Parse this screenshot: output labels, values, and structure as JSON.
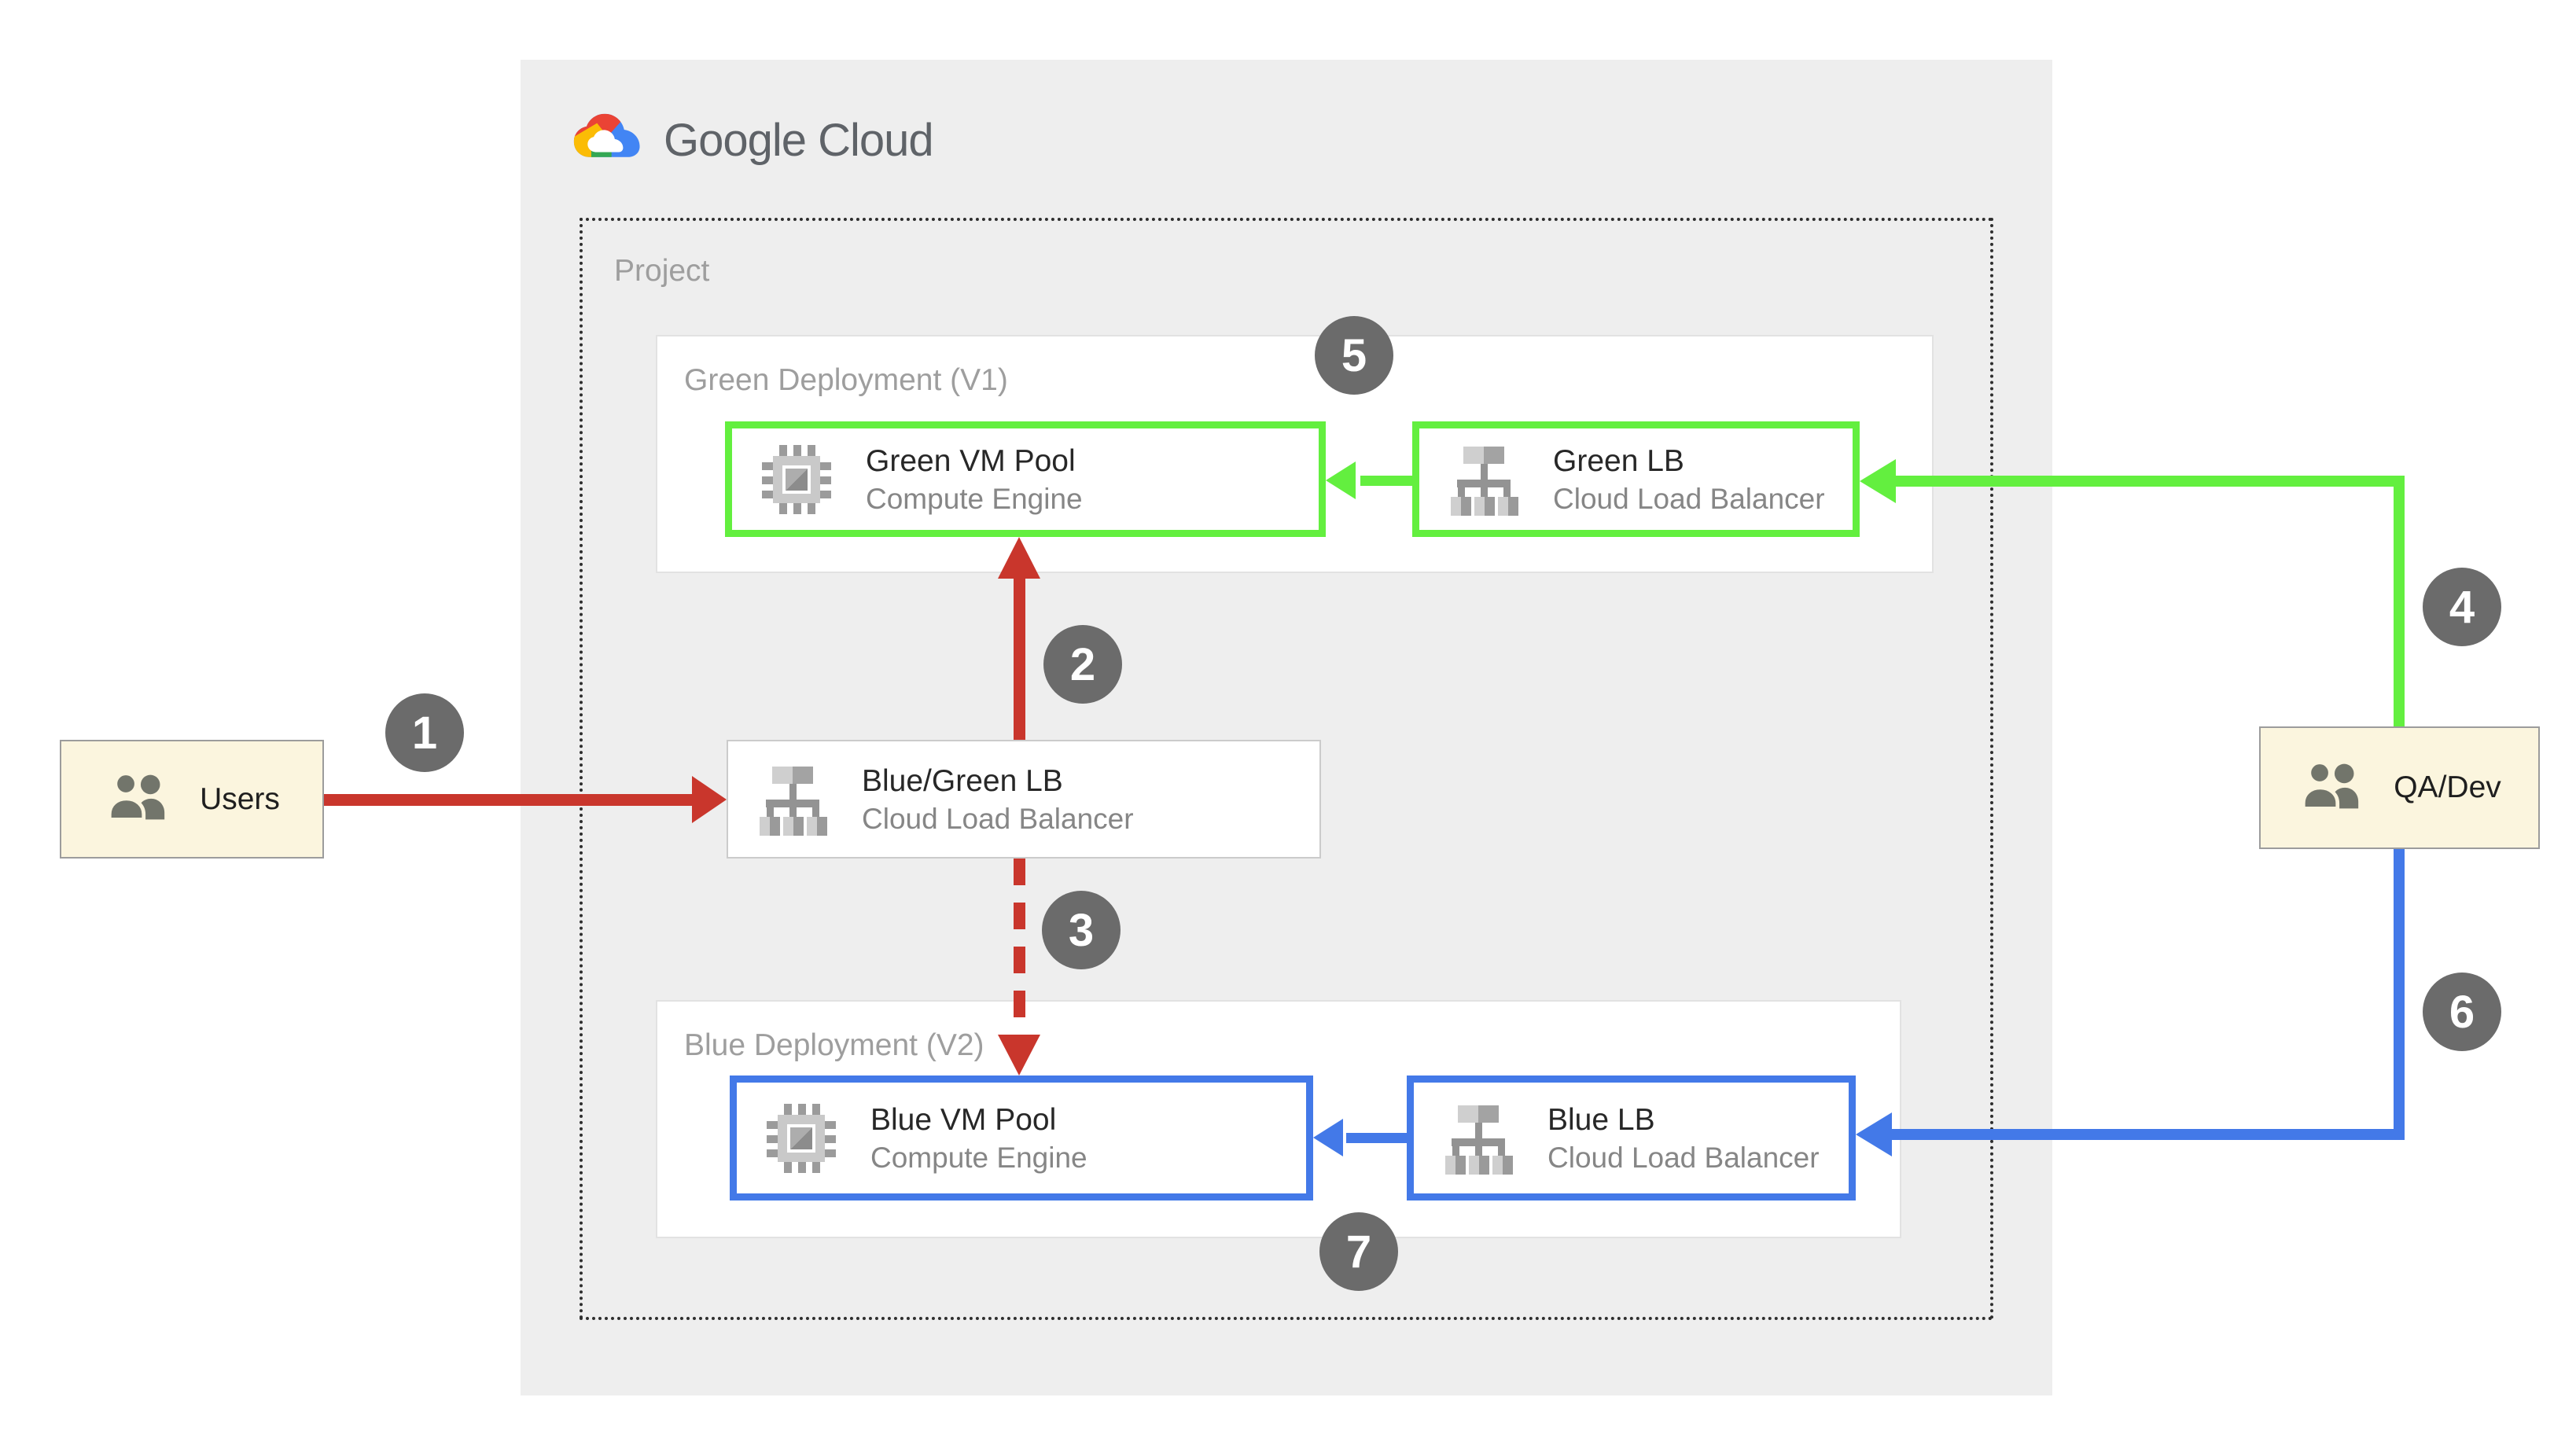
{
  "logo": {
    "text": "Google Cloud"
  },
  "project": {
    "label": "Project"
  },
  "deployments": {
    "green": {
      "label": "Green Deployment (V1)"
    },
    "blue": {
      "label": "Blue Deployment (V2)"
    }
  },
  "nodes": {
    "green_vm": {
      "title": "Green VM Pool",
      "subtitle": "Compute Engine"
    },
    "green_lb": {
      "title": "Green LB",
      "subtitle": "Cloud Load Balancer"
    },
    "bluegreen_lb": {
      "title": "Blue/Green LB",
      "subtitle": "Cloud Load Balancer"
    },
    "blue_vm": {
      "title": "Blue VM Pool",
      "subtitle": "Compute Engine"
    },
    "blue_lb": {
      "title": "Blue LB",
      "subtitle": "Cloud Load Balancer"
    }
  },
  "actors": {
    "users": {
      "label": "Users"
    },
    "qadev": {
      "label": "QA/Dev"
    }
  },
  "badges": [
    {
      "label": "1"
    },
    {
      "label": "2"
    },
    {
      "label": "3"
    },
    {
      "label": "4"
    },
    {
      "label": "5"
    },
    {
      "label": "6"
    },
    {
      "label": "7"
    }
  ],
  "icons": {
    "compute_engine": "compute-engine-chip-icon",
    "load_balancer": "load-balancer-tree-icon",
    "people": "people-icon",
    "cloud_logo": "google-cloud-icon"
  },
  "colors": {
    "red": "#C9362C",
    "green": "#63EF3F",
    "blue": "#4379E8",
    "badge": "#6B6B6B",
    "cream": "#FBF5DE",
    "panel": "#EEEEEE",
    "label-gray": "#9E9E9E",
    "title-dark": "#272727",
    "sub-gray": "#868686",
    "logo-gray": "#5F6368",
    "icon-olive": "#72756B",
    "logo-red": "#EA4335",
    "logo-yellow": "#FBBC05",
    "logo-green": "#34A853",
    "logo-blue": "#4285F4"
  }
}
